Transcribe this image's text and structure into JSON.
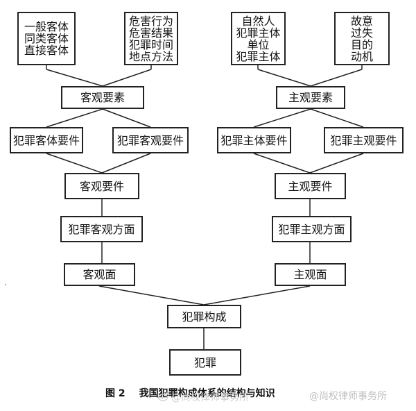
{
  "diagram": {
    "leaves": {
      "object_types": "一般客体\n同类客体\n直接客体",
      "objective_factors": "危害行为\n危害结果\n犯罪时间\n地点方法",
      "subject_types": "自然人\n犯罪主体\n单位\n犯罪主体",
      "subjective_factors": "故意\n过失\n目的\n动机"
    },
    "objective_elements": "客观要素",
    "subjective_elements": "主观要素",
    "crime_object_requirement": "犯罪客体要件",
    "crime_objective_requirement": "犯罪客观要件",
    "crime_subject_requirement": "犯罪主体要件",
    "crime_subjective_requirement": "犯罪主观要件",
    "objective_requirement": "客观要件",
    "subjective_requirement": "主观要件",
    "crime_objective_aspect": "犯罪客观方面",
    "crime_subjective_aspect": "犯罪主观方面",
    "objective_face": "客观面",
    "subjective_face": "主观面",
    "crime_constitution": "犯罪构成",
    "crime": "犯罪"
  },
  "caption": {
    "figure_number": "图 2",
    "title": "我国犯罪构成体系的结构与知识"
  },
  "watermarks": {
    "center": "@尚权律师事务所",
    "right": "@尚权律师事务所"
  }
}
